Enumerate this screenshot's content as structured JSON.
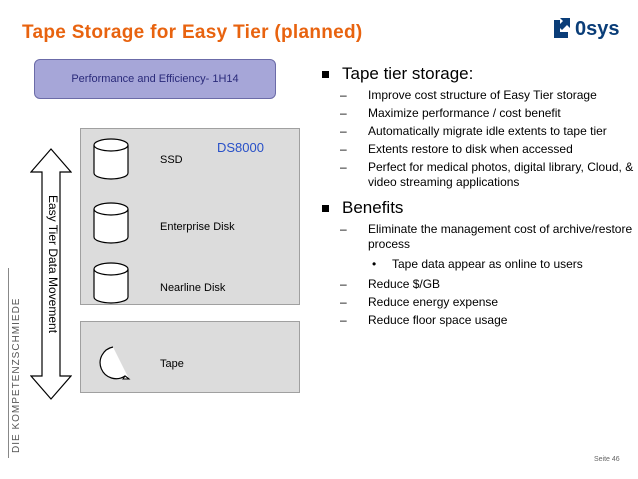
{
  "slide": {
    "title": "Tape Storage for Easy Tier (planned)",
    "logo_text": "0sys",
    "side_brand": "DIE KOMPETENZSCHMIEDE",
    "page_number": "Seite 46"
  },
  "diagram": {
    "performance_box": "Performance and Efficiency- 1H14",
    "arrow_label": "Easy Tier Data Movement",
    "system_label": "DS8000",
    "tiers": [
      "SSD",
      "Enterprise Disk",
      "Nearline Disk",
      "Tape"
    ]
  },
  "bullets": [
    {
      "heading": "Tape tier storage:",
      "items": [
        "Improve cost structure of Easy Tier storage",
        "Maximize performance / cost benefit",
        "Automatically migrate idle extents to tape tier",
        "Extents restore to disk when accessed",
        "Perfect for medical photos, digital library, Cloud, & video streaming applications"
      ]
    },
    {
      "heading": "Benefits",
      "items": [
        "Eliminate the management cost of archive/restore process"
      ],
      "subitem": "Tape data appear as online to users",
      "items_after": [
        "Reduce $/GB",
        "Reduce energy expense",
        "Reduce floor space usage"
      ]
    }
  ],
  "colors": {
    "title": "#e8630f",
    "logo": "#0a3d78",
    "perf_box": "#a6a6d8",
    "ds_label": "#2850c8",
    "panel": "#dcdcdc"
  },
  "icons": [
    "logo-arrow-icon",
    "database-cylinder-icon",
    "tape-reel-icon",
    "double-arrow-icon"
  ]
}
